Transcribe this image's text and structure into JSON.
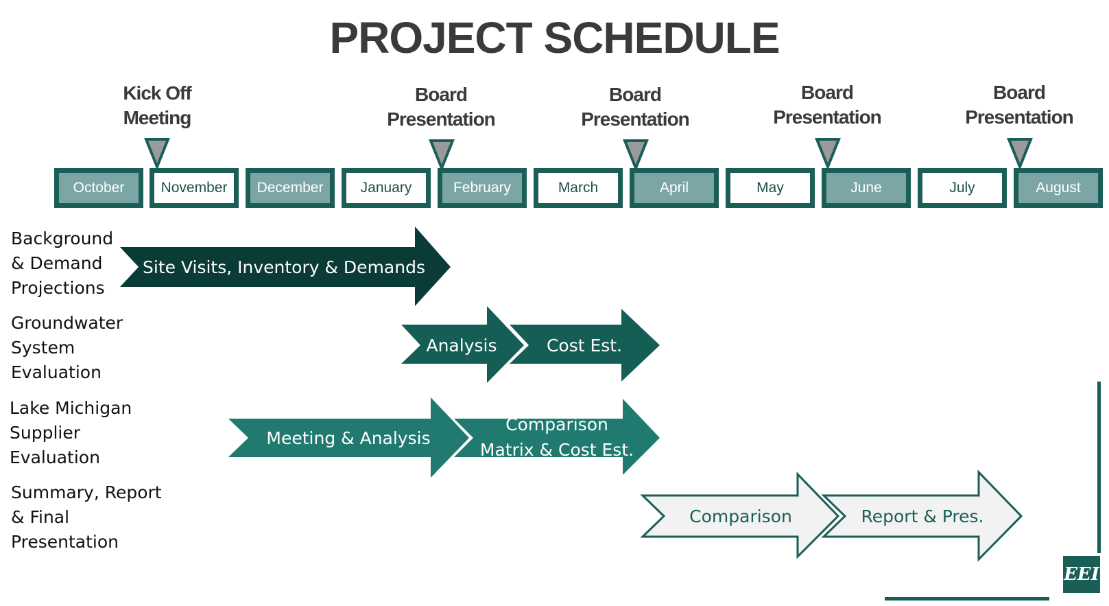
{
  "title": "PROJECT SCHEDULE",
  "milestones": [
    {
      "lines": [
        "Kick Off",
        "Meeting"
      ]
    },
    {
      "lines": [
        "Board",
        "Presentation"
      ]
    },
    {
      "lines": [
        "Board",
        "Presentation"
      ]
    },
    {
      "lines": [
        "Board",
        "Presentation"
      ]
    },
    {
      "lines": [
        "Board",
        "Presentation"
      ]
    }
  ],
  "months": [
    "October",
    "November",
    "December",
    "January",
    "February",
    "March",
    "April",
    "May",
    "June",
    "July",
    "August"
  ],
  "rows": [
    {
      "lines": [
        "Background",
        "& Demand",
        "Projections"
      ]
    },
    {
      "lines": [
        "Groundwater",
        "System",
        "Evaluation"
      ]
    },
    {
      "lines": [
        "Lake Michigan",
        "Supplier",
        "Evaluation"
      ]
    },
    {
      "lines": [
        "Summary, Report",
        "& Final",
        "Presentation"
      ]
    }
  ],
  "tasks": [
    {
      "label": "Site Visits, Inventory & Demands",
      "style": "dark"
    },
    {
      "label": "Analysis",
      "style": "mid"
    },
    {
      "label": "Cost Est.",
      "style": "mid"
    },
    {
      "label": "Meeting & Analysis",
      "style": "teal"
    },
    {
      "label": "Comparison",
      "label2": "Matrix & Cost Est.",
      "style": "teal"
    },
    {
      "label": "Comparison",
      "style": "light"
    },
    {
      "label": "Report & Pres.",
      "style": "light"
    }
  ],
  "colors": {
    "dark": "#0b3b37",
    "mid": "#145e56",
    "teal": "#207a70",
    "light_fill": "#f2f2f2",
    "light_stroke": "#1a5e57",
    "month_shaded": "#7ba6a5",
    "border": "#1a5e57"
  },
  "logo_text": "EEI"
}
